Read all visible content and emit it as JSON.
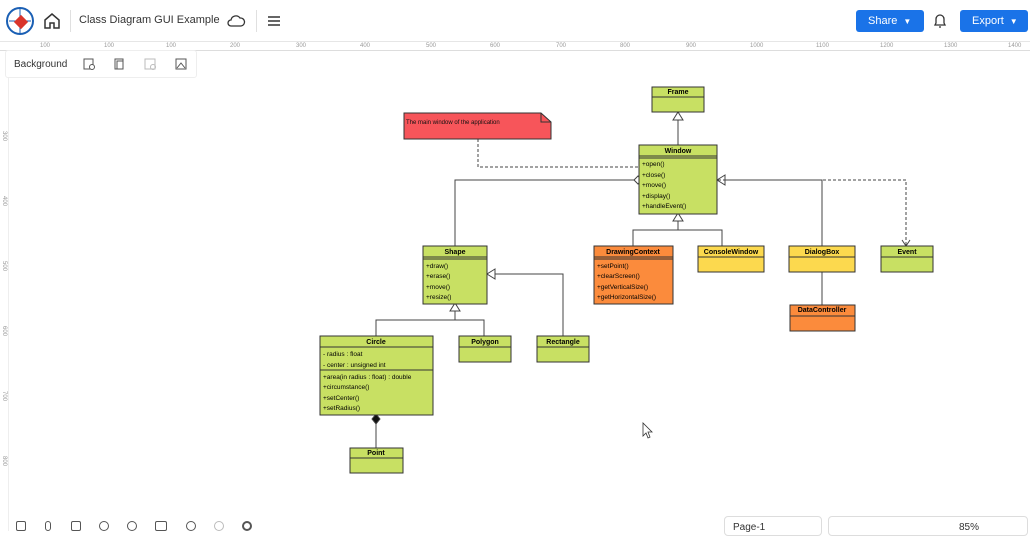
{
  "header": {
    "title": "Class Diagram GUI Example",
    "share_label": "Share",
    "export_label": "Export"
  },
  "ruler": {
    "ticks": [
      "100",
      "200",
      "300",
      "400",
      "500",
      "600",
      "700",
      "800",
      "900",
      "1000",
      "1100",
      "1200",
      "1300",
      "1400"
    ],
    "left_ticks": [
      "300",
      "400",
      "500",
      "600",
      "700",
      "800"
    ]
  },
  "background_panel": {
    "label": "Background"
  },
  "note": {
    "text": "The main window of the application"
  },
  "classes": {
    "frame": {
      "name": "Frame"
    },
    "window": {
      "name": "Window",
      "ops": [
        "+open()",
        "+close()",
        "+move()",
        "+display()",
        "+handleEvent()"
      ]
    },
    "shape": {
      "name": "Shape",
      "ops": [
        "+draw()",
        "+erase()",
        "+move()",
        "+resize()"
      ]
    },
    "drawing_context": {
      "name": "DrawingContext",
      "ops": [
        "+setPoint()",
        "+clearScreen()",
        "+getVerticalSize()",
        "+getHorizontalSize()"
      ]
    },
    "console_window": {
      "name": "ConsoleWindow"
    },
    "dialog_box": {
      "name": "DialogBox"
    },
    "event": {
      "name": "Event"
    },
    "data_controller": {
      "name": "DataController"
    },
    "circle": {
      "name": "Circle",
      "attrs": [
        "- radius : float",
        "- center : unsigned int"
      ],
      "ops": [
        "+area(in radius : float) : double",
        "+circumstance()",
        "+setCenter()",
        "+setRadius()"
      ]
    },
    "polygon": {
      "name": "Polygon"
    },
    "rectangle": {
      "name": "Rectangle"
    },
    "point": {
      "name": "Point"
    }
  },
  "colors": {
    "green": "#c8e063",
    "orange": "#fb8b3c",
    "yellow": "#fcd94e",
    "red_note": "#f7555a",
    "accent_blue": "#1a73e8"
  },
  "footer": {
    "page_label": "Page-1",
    "zoom": "85%"
  }
}
